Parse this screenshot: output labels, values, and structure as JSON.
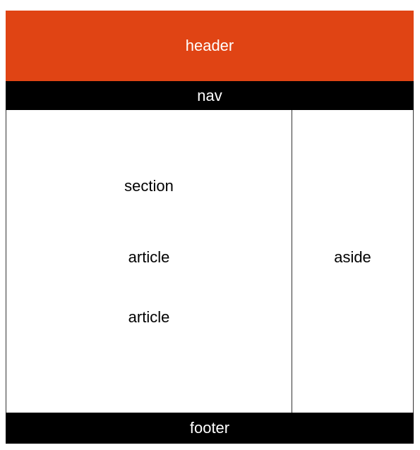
{
  "colors": {
    "header_bg": "#e04414",
    "bar_bg": "#000000"
  },
  "header": {
    "label": "header"
  },
  "nav": {
    "label": "nav"
  },
  "section": {
    "label": "section"
  },
  "articles": [
    {
      "label": "article"
    },
    {
      "label": "article"
    }
  ],
  "aside": {
    "label": "aside"
  },
  "footer": {
    "label": "footer"
  }
}
